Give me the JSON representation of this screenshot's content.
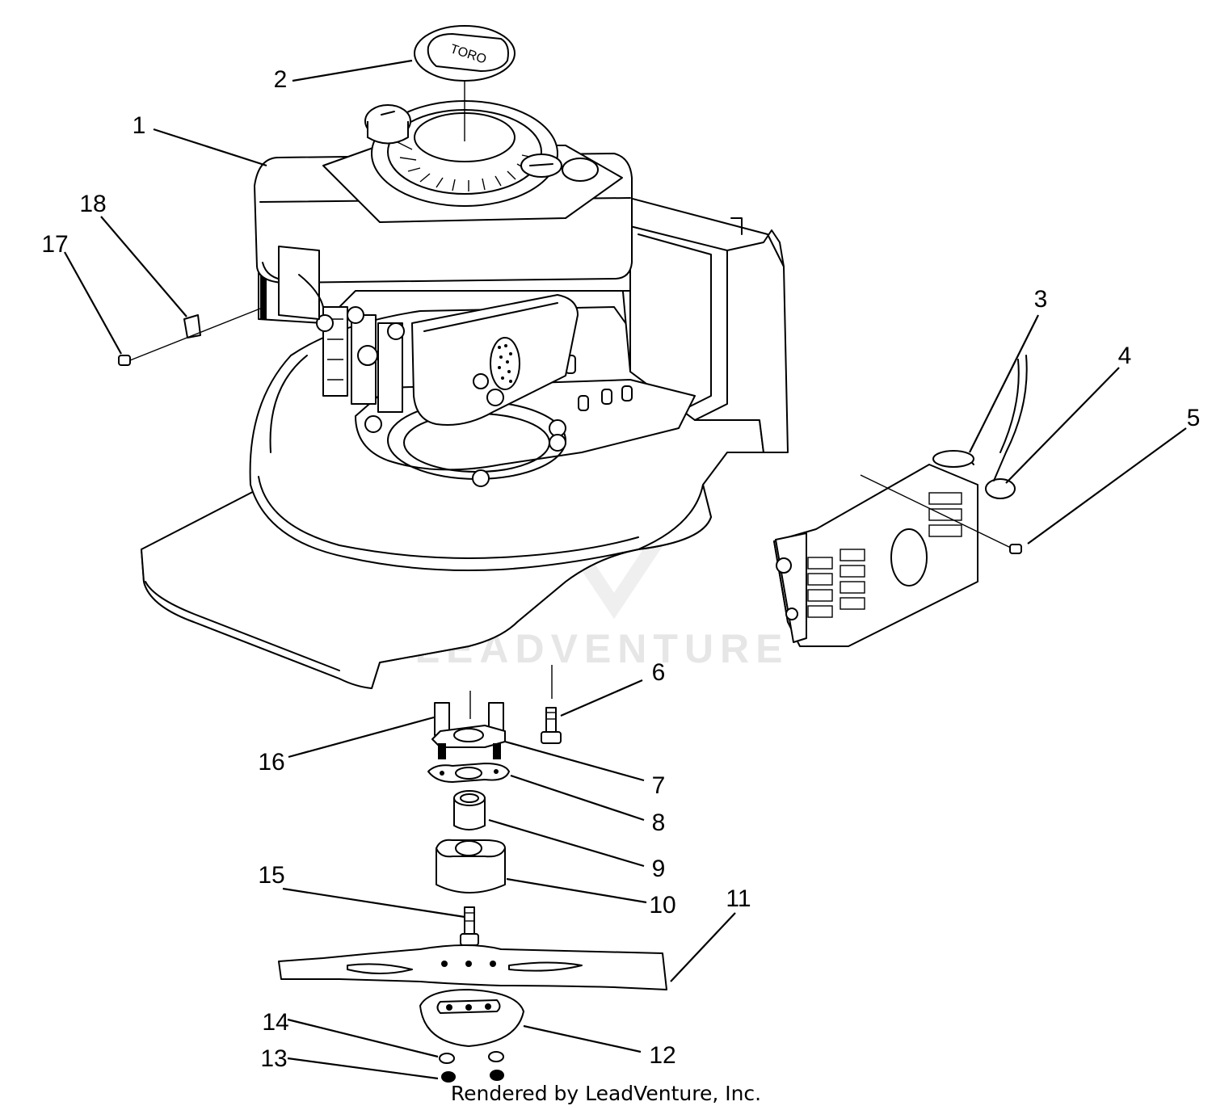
{
  "watermark": "LEADVENTURE",
  "credit": "Rendered by LeadVenture, Inc.",
  "decal_text": "TORO",
  "callouts": [
    "1",
    "2",
    "3",
    "4",
    "5",
    "6",
    "7",
    "8",
    "9",
    "10",
    "11",
    "12",
    "13",
    "14",
    "15",
    "16",
    "17",
    "18"
  ]
}
